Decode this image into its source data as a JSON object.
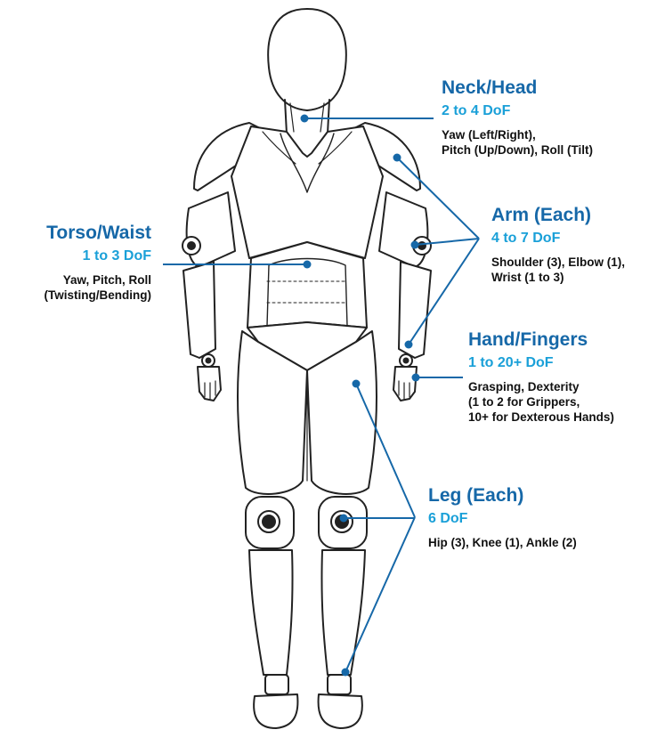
{
  "colors": {
    "title": "#1668a8",
    "dof": "#1aa0d8",
    "line": "#1668a8",
    "outline": "#222222"
  },
  "labels": {
    "neck": {
      "title": "Neck/Head",
      "dof": "2 to 4 DoF",
      "desc": [
        "Yaw (Left/Right),",
        "Pitch (Up/Down), Roll (Tilt)"
      ]
    },
    "torso": {
      "title": "Torso/Waist",
      "dof": "1 to 3 DoF",
      "desc": [
        "Yaw, Pitch, Roll",
        "(Twisting/Bending)"
      ]
    },
    "arm": {
      "title": "Arm (Each)",
      "dof": "4 to 7 DoF",
      "desc": [
        "Shoulder (3), Elbow (1),",
        "Wrist (1 to 3)"
      ]
    },
    "hand": {
      "title": "Hand/Fingers",
      "dof": "1 to 20+ DoF",
      "desc": [
        "Grasping, Dexterity",
        "(1 to 2 for Grippers,",
        "10+ for Dexterous Hands)"
      ]
    },
    "leg": {
      "title": "Leg (Each)",
      "dof": "6 DoF",
      "desc": [
        "Hip (3), Knee (1), Ankle (2)"
      ]
    }
  }
}
